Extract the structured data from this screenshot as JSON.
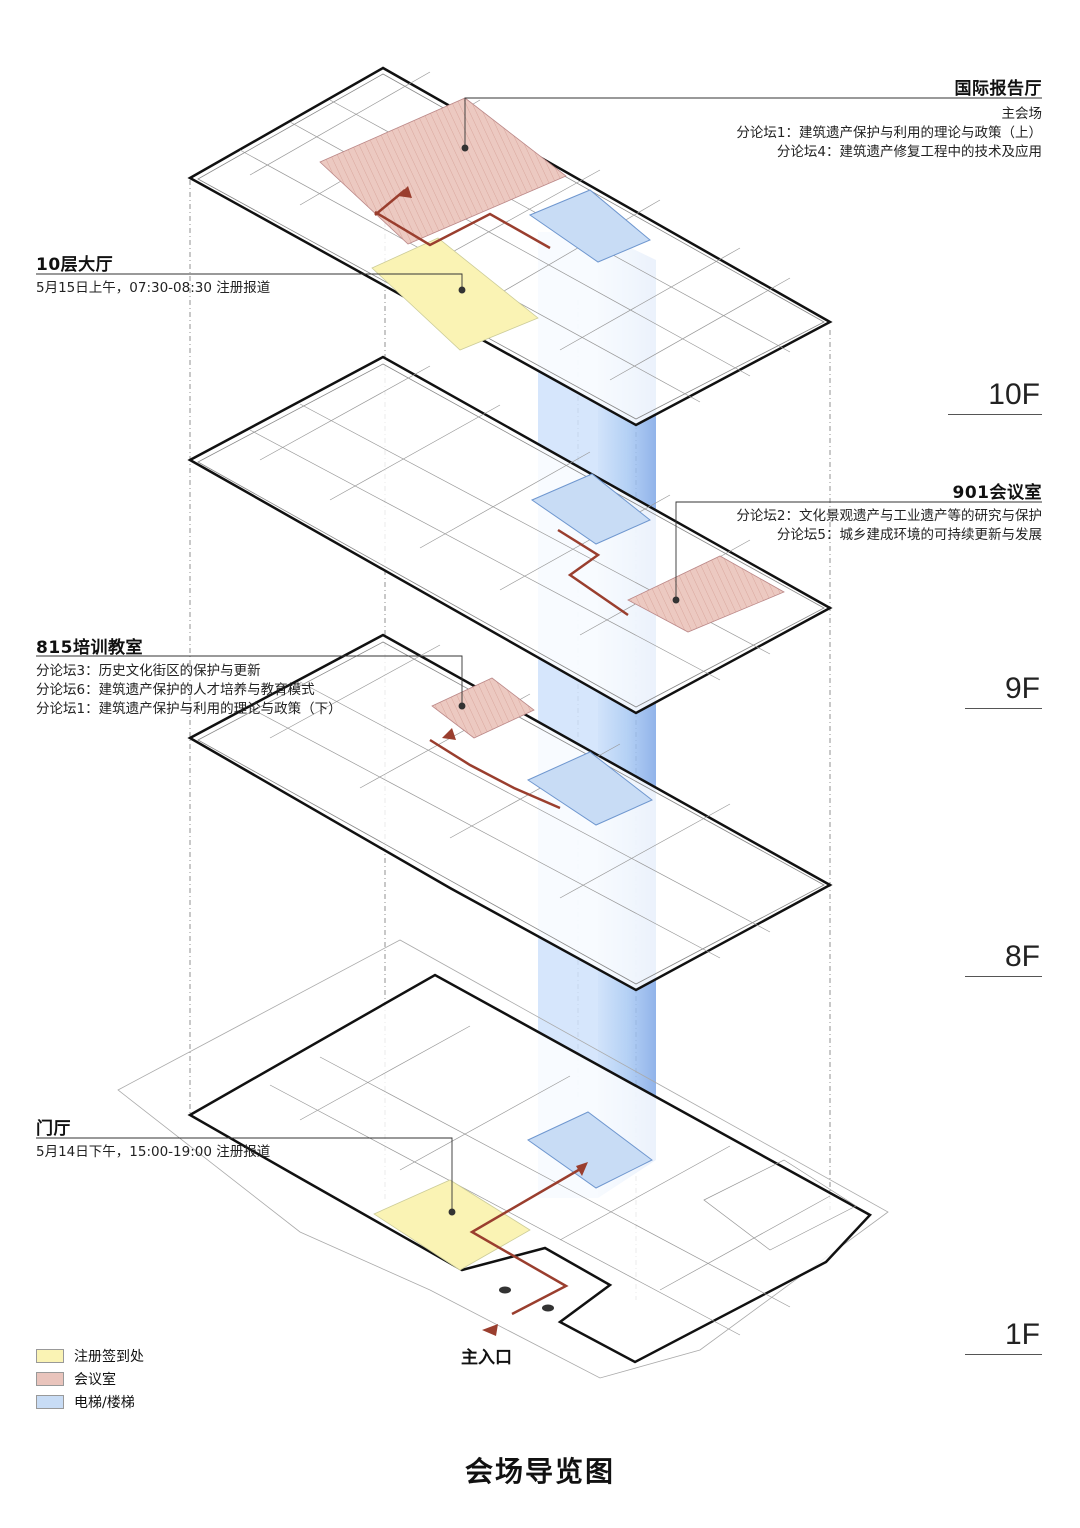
{
  "title": "会场导览图",
  "colors": {
    "registration": "#faf3b4",
    "meeting": "#e9c4bc",
    "elevator": "#c8dcf5",
    "route": "#9a3e2e",
    "shaft": "#9cc2f0"
  },
  "callouts": {
    "hall10": {
      "heading": "国际报告厅",
      "lines": [
        "主会场",
        "分论坛1：建筑遗产保护与利用的理论与政策（上）",
        "分论坛4：建筑遗产修复工程中的技术及应用"
      ]
    },
    "lobby10": {
      "heading": "10层大厅",
      "lines": [
        "5月15日上午，07:30-08:30 注册报道"
      ]
    },
    "room901": {
      "heading": "901会议室",
      "lines": [
        "分论坛2：文化景观遗产与工业遗产等的研究与保护",
        "分论坛5：城乡建成环境的可持续更新与发展"
      ]
    },
    "room815": {
      "heading": "815培训教室",
      "lines": [
        "分论坛3：历史文化街区的保护与更新",
        "分论坛6：建筑遗产保护的人才培养与教育模式",
        "分论坛1：建筑遗产保护与利用的理论与政策（下）"
      ]
    },
    "lobby1": {
      "heading": "门厅",
      "lines": [
        "5月14日下午，15:00-19:00 注册报道"
      ]
    }
  },
  "floors": [
    "10F",
    "9F",
    "8F",
    "1F"
  ],
  "entrance": "主入口",
  "legend": [
    {
      "label": "注册签到处",
      "color": "#faf3b4"
    },
    {
      "label": "会议室",
      "color": "#e9c4bc"
    },
    {
      "label": "电梯/楼梯",
      "color": "#c8dcf5"
    }
  ]
}
